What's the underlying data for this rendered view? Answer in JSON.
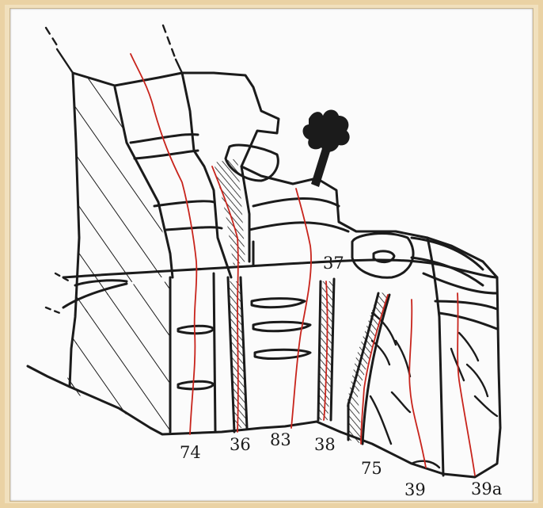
{
  "route_labels": {
    "r74": "74",
    "r36": "36",
    "r83": "83",
    "r38": "38",
    "r75": "75",
    "r39": "39",
    "r39a": "39a",
    "r37": "37"
  },
  "colors": {
    "frame": "#f1e0bd",
    "paper": "#fbfbfb",
    "ink": "#1b1b1b",
    "route": "#c8241c"
  },
  "icons": {
    "tree": "tree-icon"
  }
}
